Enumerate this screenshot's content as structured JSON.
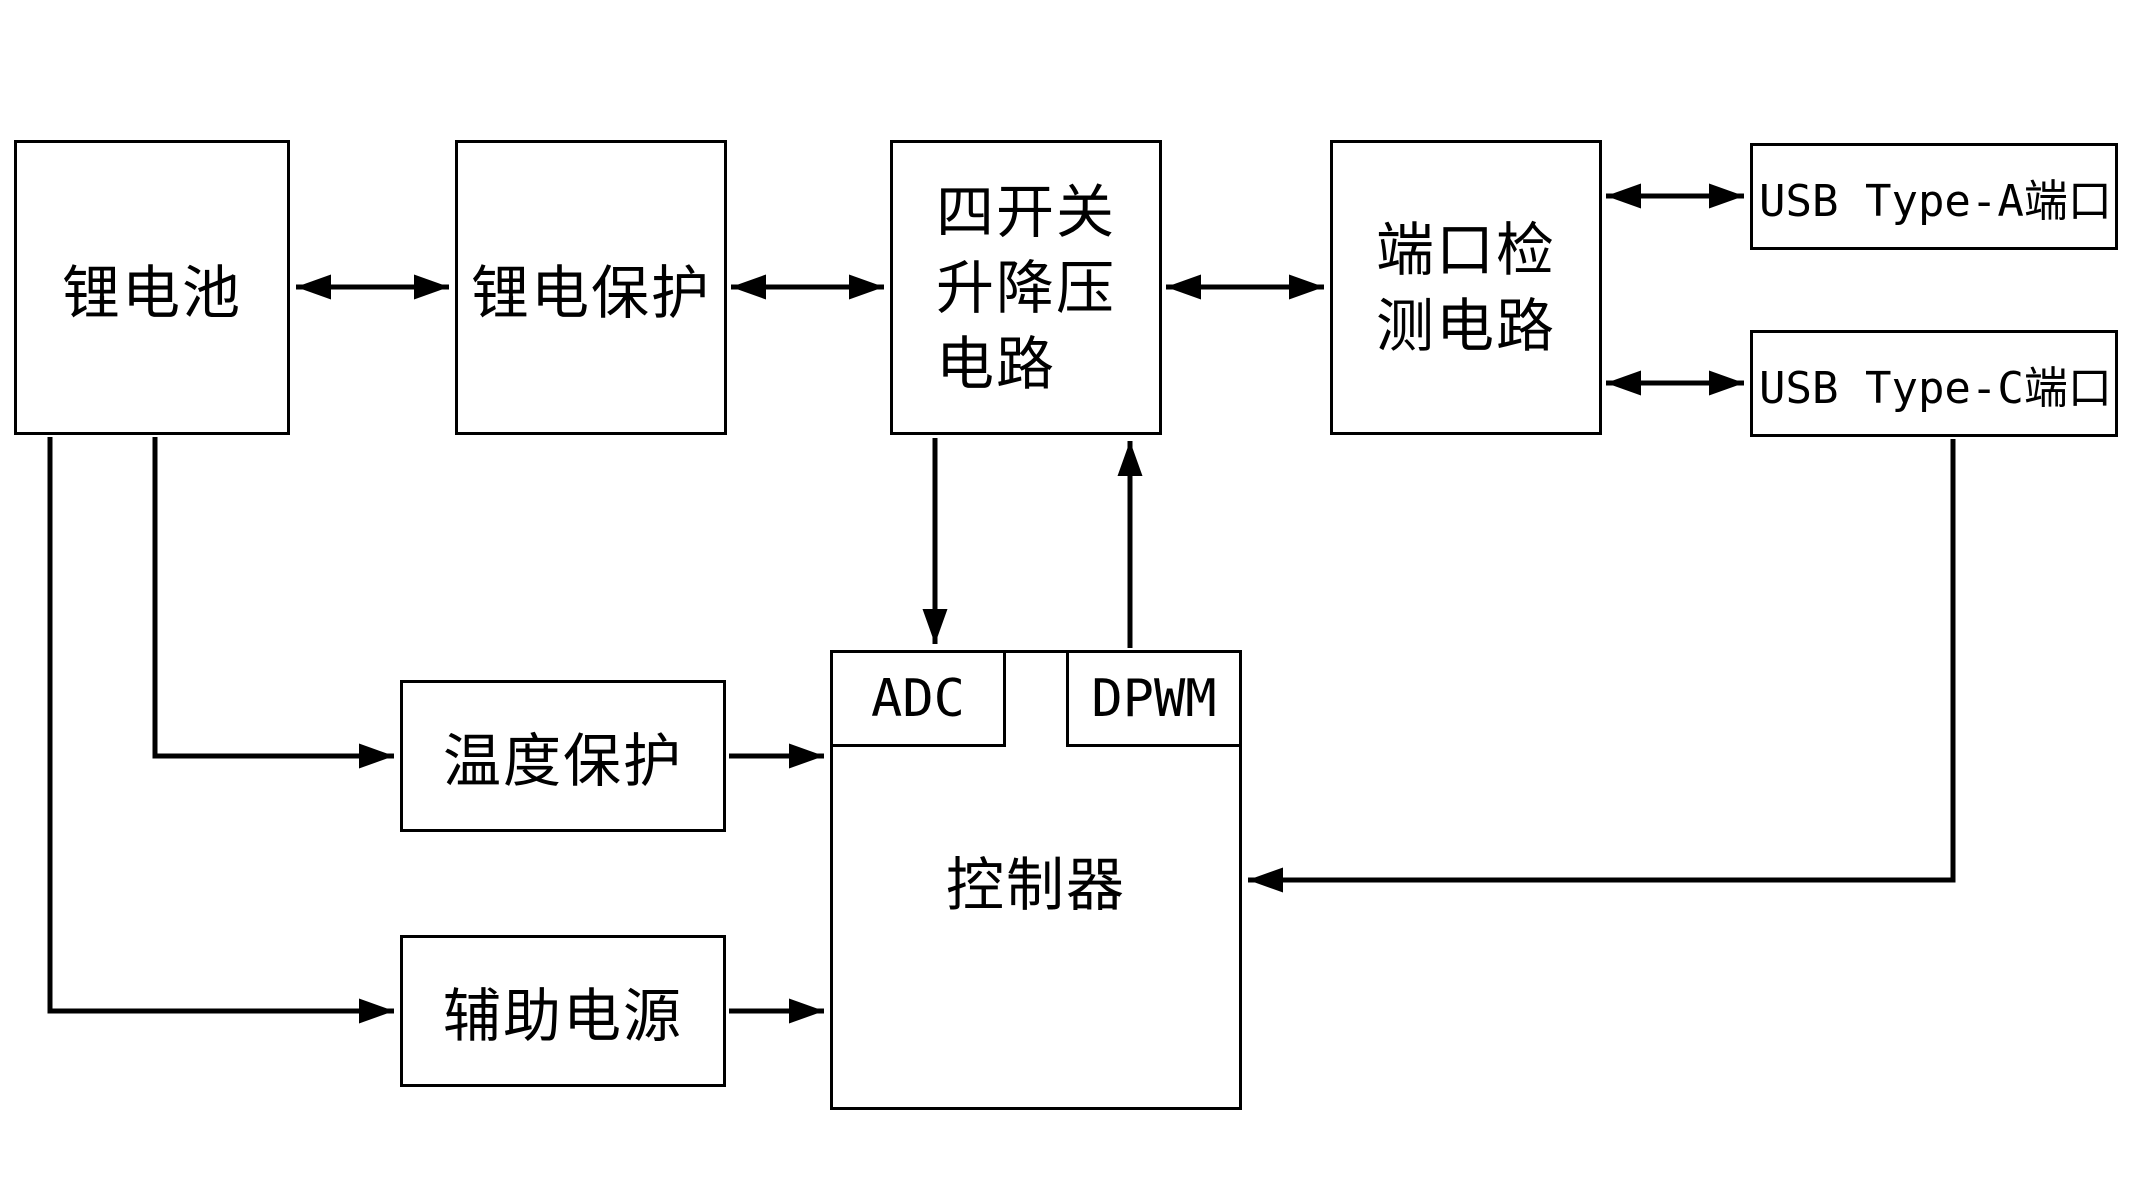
{
  "diagram": {
    "type": "block-diagram",
    "nodes": {
      "battery": {
        "label": "锂电池"
      },
      "battery_protection": {
        "label": "锂电保护"
      },
      "buck_boost": {
        "lines": [
          "四开关",
          "升降压",
          "电路"
        ]
      },
      "port_detection": {
        "lines": [
          "端口检",
          "测电路"
        ]
      },
      "usb_type_a": {
        "label": "USB Type-A端口"
      },
      "usb_type_c": {
        "label": "USB Type-C端口"
      },
      "temperature_protection": {
        "label": "温度保护"
      },
      "auxiliary_power": {
        "label": "辅助电源"
      },
      "controller": {
        "label": "控制器"
      },
      "adc": {
        "label": "ADC"
      },
      "dpwm": {
        "label": "DPWM"
      }
    },
    "edges": [
      {
        "from": "battery",
        "to": "battery_protection",
        "bidirectional": true
      },
      {
        "from": "battery_protection",
        "to": "buck_boost",
        "bidirectional": true
      },
      {
        "from": "buck_boost",
        "to": "port_detection",
        "bidirectional": true
      },
      {
        "from": "port_detection",
        "to": "usb_type_a",
        "bidirectional": true
      },
      {
        "from": "port_detection",
        "to": "usb_type_c",
        "bidirectional": true
      },
      {
        "from": "buck_boost",
        "to": "adc",
        "bidirectional": false
      },
      {
        "from": "dpwm",
        "to": "buck_boost",
        "bidirectional": false
      },
      {
        "from": "battery",
        "to": "temperature_protection",
        "bidirectional": false
      },
      {
        "from": "temperature_protection",
        "to": "controller",
        "bidirectional": false
      },
      {
        "from": "battery",
        "to": "auxiliary_power",
        "bidirectional": false
      },
      {
        "from": "auxiliary_power",
        "to": "controller",
        "bidirectional": false
      },
      {
        "from": "usb_type_c",
        "to": "controller",
        "bidirectional": false
      }
    ],
    "colors": {
      "line": "#000000",
      "box_border": "#000000",
      "background": "#ffffff"
    }
  }
}
